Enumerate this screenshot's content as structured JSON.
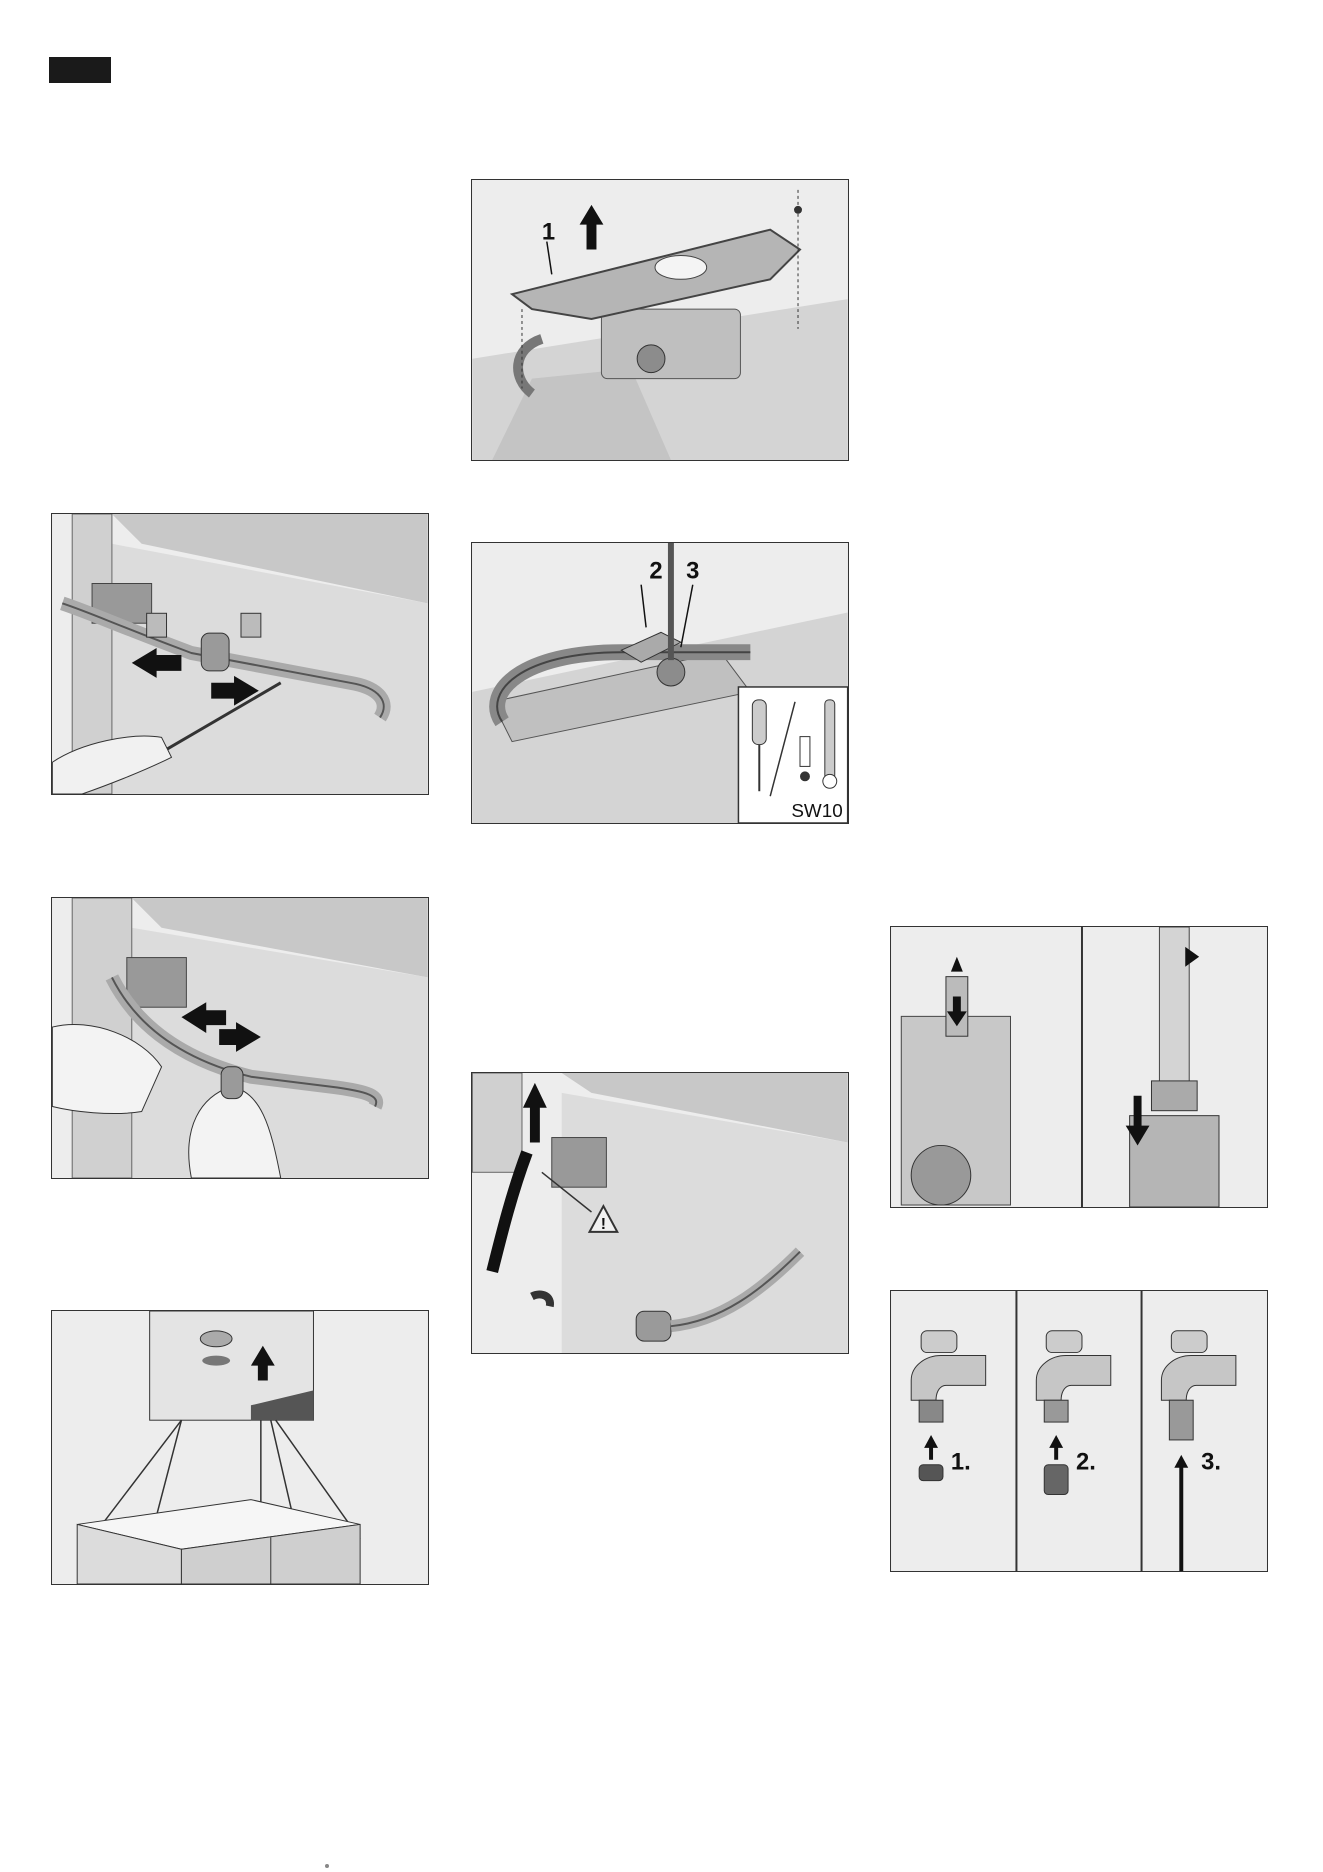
{
  "figures": {
    "cover_removal": {
      "callout": "1"
    },
    "screw_detail": {
      "callout_a": "2",
      "callout_b": "3",
      "tool_size": "SW10"
    },
    "tap_adapter": {
      "steps": [
        "1.",
        "2.",
        "3."
      ]
    }
  },
  "colors": {
    "frame": "#333333",
    "panel": "#e6e6e6",
    "arrow": "#111111",
    "part": "#b5b5b5",
    "part_dark": "#8c8c8c"
  },
  "icons": {
    "warning": "warning-triangle-icon",
    "screwdriver": "screwdriver-icon",
    "wrench": "socket-wrench-icon"
  }
}
